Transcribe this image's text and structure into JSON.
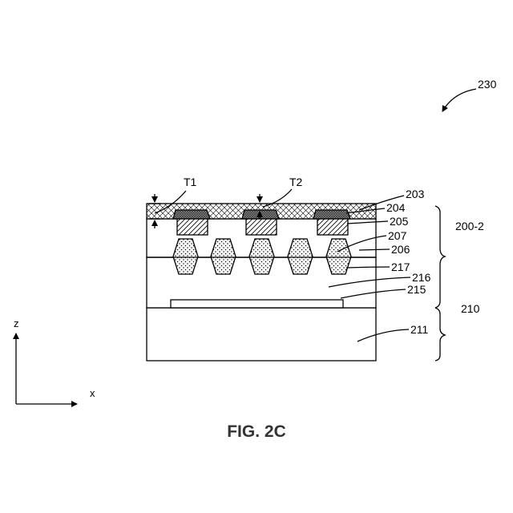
{
  "figure": {
    "caption": "FIG. 2C",
    "ref_overall": "230"
  },
  "thickness_labels": {
    "t1": "T1",
    "t2": "T2"
  },
  "ref_numerals": {
    "r203": "203",
    "r204": "204",
    "r205": "205",
    "r207": "207",
    "r206": "206",
    "r217": "217",
    "r216": "216",
    "r215": "215",
    "r211": "211"
  },
  "groups": {
    "upper": "200-2",
    "lower": "210"
  },
  "axes": {
    "vertical": "z",
    "horizontal": "x"
  },
  "colors": {
    "line": "#000000",
    "caption": "#333333"
  }
}
